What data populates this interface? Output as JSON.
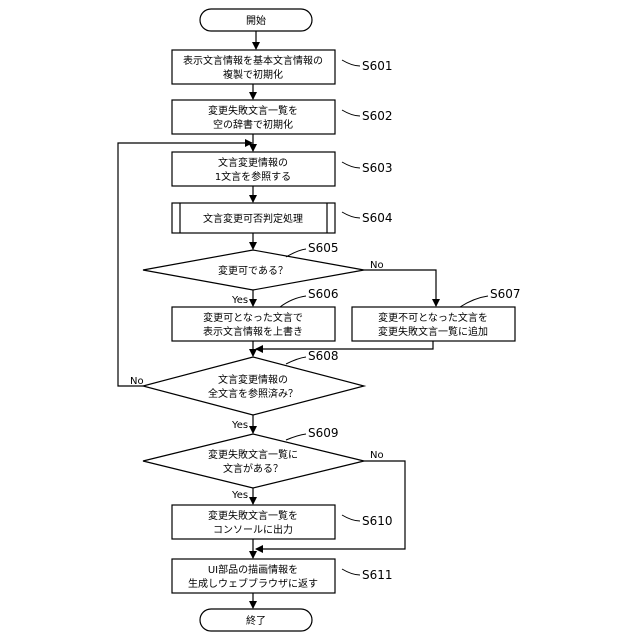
{
  "nodes": {
    "start": {
      "text": "開始"
    },
    "s601": {
      "step": "S601",
      "line1": "表示文言情報を基本文言情報の",
      "line2": "複製で初期化"
    },
    "s602": {
      "step": "S602",
      "line1": "変更失敗文言一覧を",
      "line2": "空の辞書で初期化"
    },
    "s603": {
      "step": "S603",
      "line1": "文言変更情報の",
      "line2": "1文言を参照する"
    },
    "s604": {
      "step": "S604",
      "line1": "文言変更可否判定処理"
    },
    "s605": {
      "step": "S605",
      "line1": "変更可である？"
    },
    "s606": {
      "step": "S606",
      "line1": "変更可となった文言で",
      "line2": "表示文言情報を上書き"
    },
    "s607": {
      "step": "S607",
      "line1": "変更不可となった文言を",
      "line2": "変更失敗文言一覧に追加"
    },
    "s608": {
      "step": "S608",
      "line1": "文言変更情報の",
      "line2": "全文言を参照済み？"
    },
    "s609": {
      "step": "S609",
      "line1": "変更失敗文言一覧に",
      "line2": "文言がある？"
    },
    "s610": {
      "step": "S610",
      "line1": "変更失敗文言一覧を",
      "line2": "コンソールに出力"
    },
    "s611": {
      "step": "S611",
      "line1": "UI部品の描画情報を",
      "line2": "生成しウェブブラウザに返す"
    },
    "end": {
      "text": "終了"
    }
  },
  "branches": {
    "s605_yes": "Yes",
    "s605_no": "No",
    "s608_yes": "Yes",
    "s608_no": "No",
    "s609_yes": "Yes",
    "s609_no": "No"
  }
}
